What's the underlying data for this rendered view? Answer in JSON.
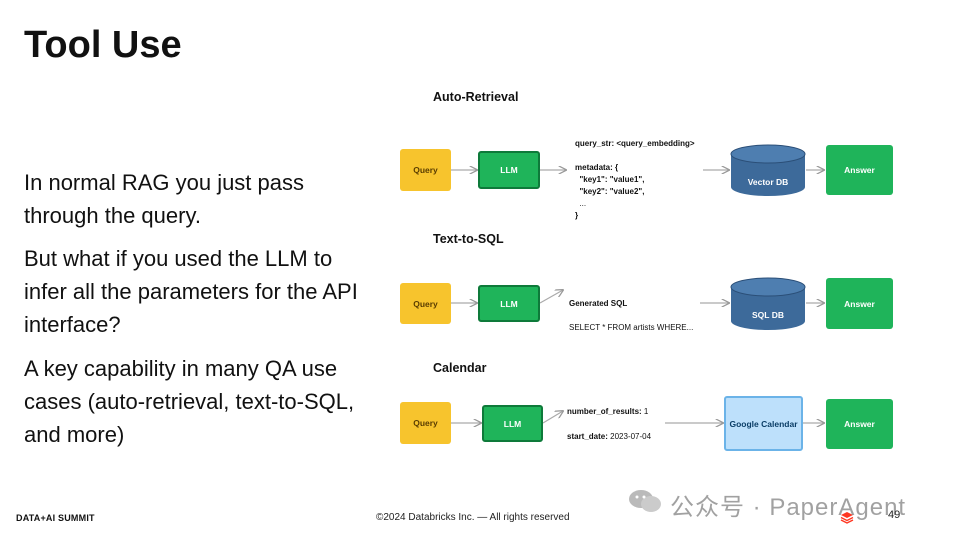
{
  "slide": {
    "title": "Tool Use",
    "paragraphs": [
      "In normal RAG you just pass through the query.",
      "But what if you used the LLM to infer all the parameters for the API interface?",
      "A key capability in many QA use cases (auto-retrieval, text-to-SQL, and more)"
    ]
  },
  "diagram": {
    "sections": [
      {
        "title": "Auto-Retrieval",
        "query": "Query",
        "llm": "LLM",
        "code_lines": [
          "query_str: <query_embedding>",
          "",
          "metadata: {",
          "  \"key1\": \"value1\",",
          "  \"key2\": \"value2\",",
          "  ...",
          "}"
        ],
        "target": "Vector DB",
        "answer": "Answer"
      },
      {
        "title": "Text-to-SQL",
        "query": "Query",
        "llm": "LLM",
        "code_lines": [
          "Generated SQL",
          "",
          "SELECT * FROM artists WHERE..."
        ],
        "target": "SQL DB",
        "answer": "Answer"
      },
      {
        "title": "Calendar",
        "query": "Query",
        "llm": "LLM",
        "param1_key": "number_of_results:",
        "param1_val": "1",
        "param2_key": "start_date:",
        "param2_val": "2023-07-04",
        "target": "Google Calendar",
        "answer": "Answer"
      }
    ]
  },
  "footer": {
    "brand": "DATA+AI SUMMIT",
    "copyright": "©2024 Databricks Inc. — All rights reserved",
    "page": "49",
    "watermark": "公众号 · PaperAgent"
  },
  "colors": {
    "query": "#f7c42d",
    "llm": "#1fb45a",
    "db": "#3d6a9a",
    "gcal": "#bde0fb"
  }
}
